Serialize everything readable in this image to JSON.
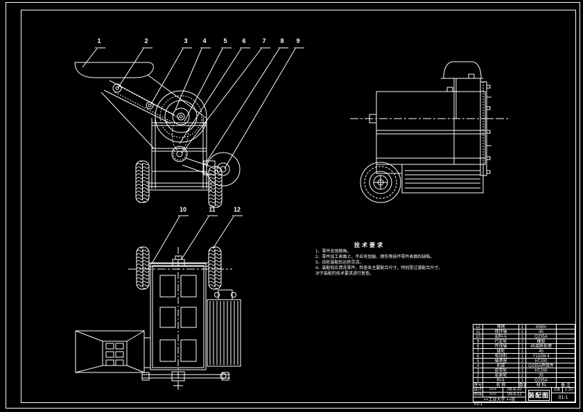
{
  "colors": {
    "background": "#000000",
    "line": "#ffffff"
  },
  "callouts": {
    "front": [
      "1",
      "2",
      "3",
      "4",
      "5",
      "6",
      "7",
      "8",
      "9"
    ],
    "top": [
      "10",
      "11",
      "12"
    ]
  },
  "tech": {
    "title": "技术要求",
    "lines": [
      "1、零件去锐倒角。",
      "2、零件加工表面上，不应有划痕、擦伤等损坏零件表面的缺陷。",
      "3、齿轮装配后运转灵活。",
      "4、装配前应清洗零件，检查各主要配合尺寸，特别是过渡配合尺寸，",
      "对于装配的技术要求进行复查。"
    ]
  },
  "bom": {
    "header": {
      "no": "序号",
      "name": "名  称",
      "qty": "数量",
      "material": "材  料",
      "note": "备  注"
    },
    "rows": [
      {
        "no": "12",
        "name": "筛网",
        "qty": "1",
        "material": "65Mn",
        "note": ""
      },
      {
        "no": "11",
        "name": "搅拌轴",
        "qty": "1",
        "material": "45",
        "note": ""
      },
      {
        "no": "10",
        "name": "出料斗",
        "qty": "1",
        "material": "Q235A",
        "note": ""
      },
      {
        "no": "9",
        "name": "行走轮",
        "qty": "2",
        "material": "橡胶",
        "note": ""
      },
      {
        "no": "8",
        "name": "传动轴",
        "qty": "1",
        "material": "45调质处理",
        "note": ""
      },
      {
        "no": "7",
        "name": "链轮",
        "qty": "1",
        "material": "45",
        "note": ""
      },
      {
        "no": "6",
        "name": "电动机",
        "qty": "1",
        "material": "Y132M-4",
        "note": ""
      },
      {
        "no": "5",
        "name": "轴承座",
        "qty": "2",
        "material": "HT200",
        "note": ""
      },
      {
        "no": "4",
        "name": "机架",
        "qty": "1",
        "material": "Q235A焊接件",
        "note": ""
      },
      {
        "no": "3",
        "name": "皮带轮",
        "qty": "1",
        "material": "HT200",
        "note": ""
      },
      {
        "no": "2",
        "name": "张紧轮",
        "qty": "1",
        "material": "35",
        "note": ""
      },
      {
        "no": "1",
        "name": "料斗",
        "qty": "1",
        "material": "Q235A",
        "note": ""
      }
    ]
  },
  "titleblock": {
    "title": "装配图",
    "designer_label": "设计",
    "designer_name": "×××",
    "designer_date": "08-6-10",
    "checker_label": "审核",
    "checker_name": "×××",
    "checker_date": "08-6-12",
    "school": "××工业大学 ××班",
    "sheet": "2张",
    "scale": "1:10",
    "drawing_no": "01-1",
    "footer_no": "01-1"
  }
}
